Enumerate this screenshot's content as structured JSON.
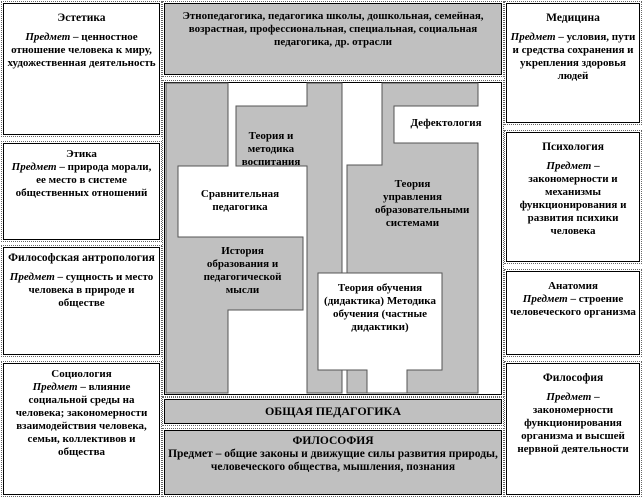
{
  "left": [
    {
      "title": "Эстетика",
      "subject_label": "Предмет",
      "text": "ценностное отношение человека к миру, художественная деятельность"
    },
    {
      "title": "Этика",
      "subject_label": "Предмет",
      "text": "природа морали, ее место в системе общественных отношений"
    },
    {
      "title": "Философская антропология",
      "subject_label": "Предмет",
      "text": "сущность и место человека в природе и обществе"
    },
    {
      "title": "Социология",
      "subject_label": "Предмет",
      "text": "влияние социальной среды на человека; закономерности взаимодействия человека, семьи, коллективов и общества"
    }
  ],
  "right": [
    {
      "title": "Медицина",
      "subject_label": "Предмет",
      "text": "условия, пути и средства сохранения и укрепления здоровья людей"
    },
    {
      "title": "Психология",
      "subject_label": "Предмет",
      "text": "закономерности и механизмы функционирования и развития психики человека"
    },
    {
      "title": "Анатомия",
      "subject_label": "Предмет",
      "text": "строение человеческого организма"
    },
    {
      "title": "Философия",
      "subject_label": "Предмет",
      "text": "закономерности функционирования организма и высшей нервной деятельности"
    }
  ],
  "center": {
    "branches": "Этнопедагогика, педагогика школы, дошкольная, семейная, возрастная, профессиональная, специальная, социальная педагогика, др. отрасли",
    "upbringing": "Теория и методика воспитания",
    "defectology": "Дефектология",
    "comparative": "Сравнительная педагогика",
    "management": "Теория управления образовательными системами",
    "history": "История образования и педагогической мысли",
    "didactics": "Теория обучения (дидактика) Методика обучения (частные дидактики)",
    "general": "ОБЩАЯ ПЕДАГОГИКА",
    "philosophy_title": "ФИЛОСОФИЯ",
    "philosophy_text": "Предмет – общие законы и движущие силы развития природы, человеческого общества, мышления, познания"
  },
  "colors": {
    "gray": "#c0c0c0"
  }
}
